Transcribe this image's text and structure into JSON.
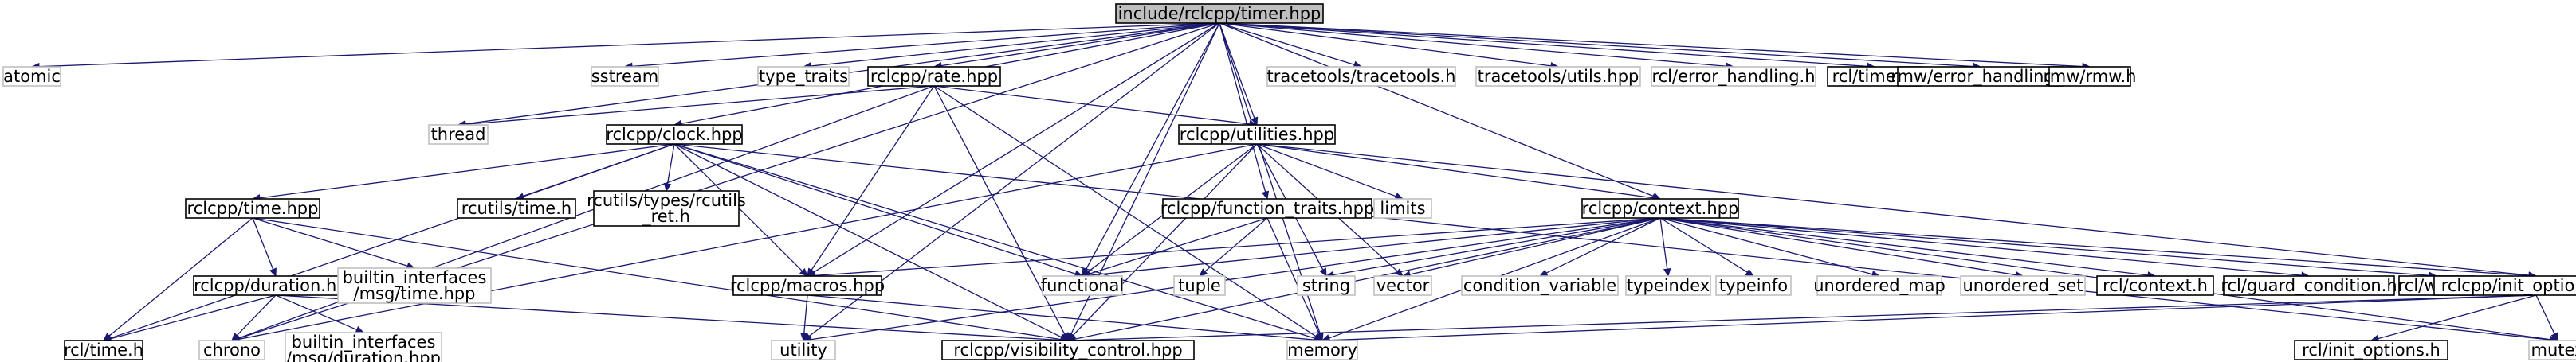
{
  "graph": {
    "style": {
      "root_fill": "#bfbfbf",
      "root_stroke": "#000000",
      "local_fill": "#ffffff",
      "local_stroke": "#000000",
      "external_fill": "#ffffff",
      "external_stroke": "#bfbfbf",
      "edge_color": "#191970",
      "background": "#ffffff"
    },
    "nodes": [
      {
        "id": "timer",
        "label": [
          "include/rclcpp/timer.hpp"
        ],
        "kind": "root"
      },
      {
        "id": "atomic",
        "label": [
          "atomic"
        ],
        "kind": "external"
      },
      {
        "id": "sstream",
        "label": [
          "sstream"
        ],
        "kind": "external"
      },
      {
        "id": "type_traits",
        "label": [
          "type_traits"
        ],
        "kind": "external"
      },
      {
        "id": "rate",
        "label": [
          "rclcpp/rate.hpp"
        ],
        "kind": "local"
      },
      {
        "id": "tracetools",
        "label": [
          "tracetools/tracetools.h"
        ],
        "kind": "external"
      },
      {
        "id": "tracetools_utils",
        "label": [
          "tracetools/utils.hpp"
        ],
        "kind": "external"
      },
      {
        "id": "rcl_error",
        "label": [
          "rcl/error_handling.h"
        ],
        "kind": "external"
      },
      {
        "id": "rcl_timer",
        "label": [
          "rcl/timer.h"
        ],
        "kind": "local"
      },
      {
        "id": "rmw_error",
        "label": [
          "rmw/error_handling.h"
        ],
        "kind": "local"
      },
      {
        "id": "rmw_rmw",
        "label": [
          "rmw/rmw.h"
        ],
        "kind": "local"
      },
      {
        "id": "thread",
        "label": [
          "thread"
        ],
        "kind": "external"
      },
      {
        "id": "clock",
        "label": [
          "rclcpp/clock.hpp"
        ],
        "kind": "local"
      },
      {
        "id": "utilities",
        "label": [
          "rclcpp/utilities.hpp"
        ],
        "kind": "local"
      },
      {
        "id": "time_hpp",
        "label": [
          "rclcpp/time.hpp"
        ],
        "kind": "local"
      },
      {
        "id": "rcutils_time",
        "label": [
          "rcutils/time.h"
        ],
        "kind": "local"
      },
      {
        "id": "rcutils_types",
        "label": [
          "rcutils/types/rcutils",
          "_ret.h"
        ],
        "kind": "local"
      },
      {
        "id": "limits",
        "label": [
          "limits"
        ],
        "kind": "external"
      },
      {
        "id": "function_traits",
        "label": [
          "rclcpp/function_traits.hpp"
        ],
        "kind": "local"
      },
      {
        "id": "context",
        "label": [
          "rclcpp/context.hpp"
        ],
        "kind": "local"
      },
      {
        "id": "duration",
        "label": [
          "rclcpp/duration.hpp"
        ],
        "kind": "local"
      },
      {
        "id": "bi_time",
        "label": [
          "builtin_interfaces",
          "/msg/time.hpp"
        ],
        "kind": "external"
      },
      {
        "id": "macros",
        "label": [
          "rclcpp/macros.hpp"
        ],
        "kind": "local"
      },
      {
        "id": "functional",
        "label": [
          "functional"
        ],
        "kind": "external"
      },
      {
        "id": "tuple",
        "label": [
          "tuple"
        ],
        "kind": "external"
      },
      {
        "id": "string",
        "label": [
          "string"
        ],
        "kind": "external"
      },
      {
        "id": "vector",
        "label": [
          "vector"
        ],
        "kind": "external"
      },
      {
        "id": "condition_variable",
        "label": [
          "condition_variable"
        ],
        "kind": "external"
      },
      {
        "id": "typeindex",
        "label": [
          "typeindex"
        ],
        "kind": "external"
      },
      {
        "id": "typeinfo",
        "label": [
          "typeinfo"
        ],
        "kind": "external"
      },
      {
        "id": "unordered_map",
        "label": [
          "unordered_map"
        ],
        "kind": "external"
      },
      {
        "id": "unordered_set",
        "label": [
          "unordered_set"
        ],
        "kind": "external"
      },
      {
        "id": "rcl_context",
        "label": [
          "rcl/context.h"
        ],
        "kind": "local"
      },
      {
        "id": "rcl_guard",
        "label": [
          "rcl/guard_condition.h"
        ],
        "kind": "local"
      },
      {
        "id": "rcl_wait",
        "label": [
          "rcl/wait.h"
        ],
        "kind": "local"
      },
      {
        "id": "init_options",
        "label": [
          "rclcpp/init_options.hpp"
        ],
        "kind": "local"
      },
      {
        "id": "rcl_time",
        "label": [
          "rcl/time.h"
        ],
        "kind": "local"
      },
      {
        "id": "chrono",
        "label": [
          "chrono"
        ],
        "kind": "external"
      },
      {
        "id": "bi_duration",
        "label": [
          "builtin_interfaces",
          "/msg/duration.hpp"
        ],
        "kind": "external"
      },
      {
        "id": "utility",
        "label": [
          "utility"
        ],
        "kind": "external"
      },
      {
        "id": "visibility",
        "label": [
          "rclcpp/visibility_control.hpp"
        ],
        "kind": "local"
      },
      {
        "id": "memory",
        "label": [
          "memory"
        ],
        "kind": "external"
      },
      {
        "id": "mutex",
        "label": [
          "mutex"
        ],
        "kind": "external"
      },
      {
        "id": "rcl_init_options",
        "label": [
          "rcl/init_options.h"
        ],
        "kind": "local"
      }
    ],
    "edges": [
      [
        "timer",
        "atomic"
      ],
      [
        "timer",
        "sstream"
      ],
      [
        "timer",
        "type_traits"
      ],
      [
        "timer",
        "rate"
      ],
      [
        "timer",
        "tracetools"
      ],
      [
        "timer",
        "tracetools_utils"
      ],
      [
        "timer",
        "rcl_error"
      ],
      [
        "timer",
        "rcl_timer"
      ],
      [
        "timer",
        "rmw_error"
      ],
      [
        "timer",
        "rmw_rmw"
      ],
      [
        "timer",
        "thread"
      ],
      [
        "timer",
        "clock"
      ],
      [
        "timer",
        "utilities"
      ],
      [
        "timer",
        "function_traits"
      ],
      [
        "timer",
        "context"
      ],
      [
        "timer",
        "functional"
      ],
      [
        "timer",
        "chrono"
      ],
      [
        "timer",
        "utility"
      ],
      [
        "timer",
        "visibility"
      ],
      [
        "timer",
        "macros"
      ],
      [
        "timer",
        "memory"
      ],
      [
        "rate",
        "thread"
      ],
      [
        "rate",
        "utilities"
      ],
      [
        "rate",
        "macros"
      ],
      [
        "rate",
        "visibility"
      ],
      [
        "rate",
        "memory"
      ],
      [
        "rate",
        "chrono"
      ],
      [
        "clock",
        "time_hpp"
      ],
      [
        "clock",
        "rcutils_time"
      ],
      [
        "clock",
        "rcutils_types"
      ],
      [
        "clock",
        "macros"
      ],
      [
        "clock",
        "visibility"
      ],
      [
        "clock",
        "functional"
      ],
      [
        "clock",
        "memory"
      ],
      [
        "clock",
        "mutex"
      ],
      [
        "clock",
        "rcl_time"
      ],
      [
        "utilities",
        "context"
      ],
      [
        "utilities",
        "limits"
      ],
      [
        "utilities",
        "string"
      ],
      [
        "utilities",
        "vector"
      ],
      [
        "utilities",
        "functional"
      ],
      [
        "utilities",
        "visibility"
      ],
      [
        "utilities",
        "chrono"
      ],
      [
        "utilities",
        "init_options"
      ],
      [
        "function_traits",
        "functional"
      ],
      [
        "function_traits",
        "tuple"
      ],
      [
        "function_traits",
        "memory"
      ],
      [
        "time_hpp",
        "duration"
      ],
      [
        "time_hpp",
        "bi_time"
      ],
      [
        "time_hpp",
        "rcl_time"
      ],
      [
        "time_hpp",
        "visibility"
      ],
      [
        "duration",
        "rcl_time"
      ],
      [
        "duration",
        "chrono"
      ],
      [
        "duration",
        "bi_duration"
      ],
      [
        "duration",
        "visibility"
      ],
      [
        "macros",
        "utility"
      ],
      [
        "macros",
        "memory"
      ],
      [
        "context",
        "macros"
      ],
      [
        "context",
        "functional"
      ],
      [
        "context",
        "string"
      ],
      [
        "context",
        "vector"
      ],
      [
        "context",
        "condition_variable"
      ],
      [
        "context",
        "typeindex"
      ],
      [
        "context",
        "typeinfo"
      ],
      [
        "context",
        "unordered_map"
      ],
      [
        "context",
        "unordered_set"
      ],
      [
        "context",
        "rcl_context"
      ],
      [
        "context",
        "rcl_guard"
      ],
      [
        "context",
        "rcl_wait"
      ],
      [
        "context",
        "init_options"
      ],
      [
        "context",
        "memory"
      ],
      [
        "context",
        "mutex"
      ],
      [
        "context",
        "utility"
      ],
      [
        "context",
        "visibility"
      ],
      [
        "init_options",
        "rcl_init_options"
      ],
      [
        "init_options",
        "memory"
      ],
      [
        "init_options",
        "mutex"
      ],
      [
        "init_options",
        "visibility"
      ]
    ]
  }
}
